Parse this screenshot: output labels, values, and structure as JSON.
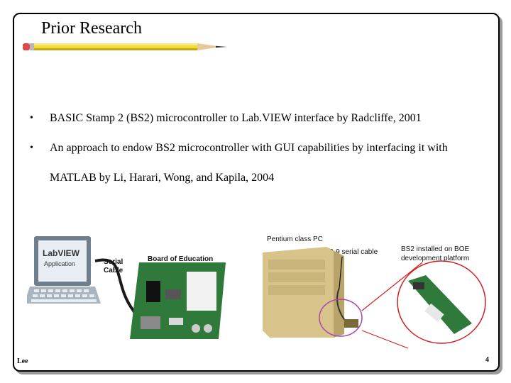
{
  "slide": {
    "title": "Prior Research",
    "bullets": [
      "BASIC Stamp 2 (BS2) microcontroller to Lab.VIEW interface by Radcliffe, 2001",
      "An approach to endow BS2 microcontroller with GUI capabilities by interfacing it with MATLAB by Li, Harari, Wong, and Kapila, 2004"
    ],
    "bullet_symbol": "•",
    "footer_author": "Lee",
    "page_number": "4"
  },
  "left_figure": {
    "monitor_line1": "LabVIEW",
    "monitor_line2": "Application",
    "cable_line1": "Serial",
    "cable_line2": "Cable",
    "board_label": "Board of Education"
  },
  "right_figure": {
    "pc_label": "Pentium class PC",
    "cable_label": "DB-9 serial cable",
    "bs2_line1": "BS2 installed on BOE",
    "bs2_line2": "development platform"
  },
  "colors": {
    "pencil_body": "#f2dc3c",
    "pencil_eraser": "#e04848",
    "monitor_screen": "#e8eef3",
    "board_green": "#2f7a3a",
    "pc_tan": "#d8c48a",
    "circle_magenta": "#b040b0",
    "circle_red": "#d02020"
  }
}
